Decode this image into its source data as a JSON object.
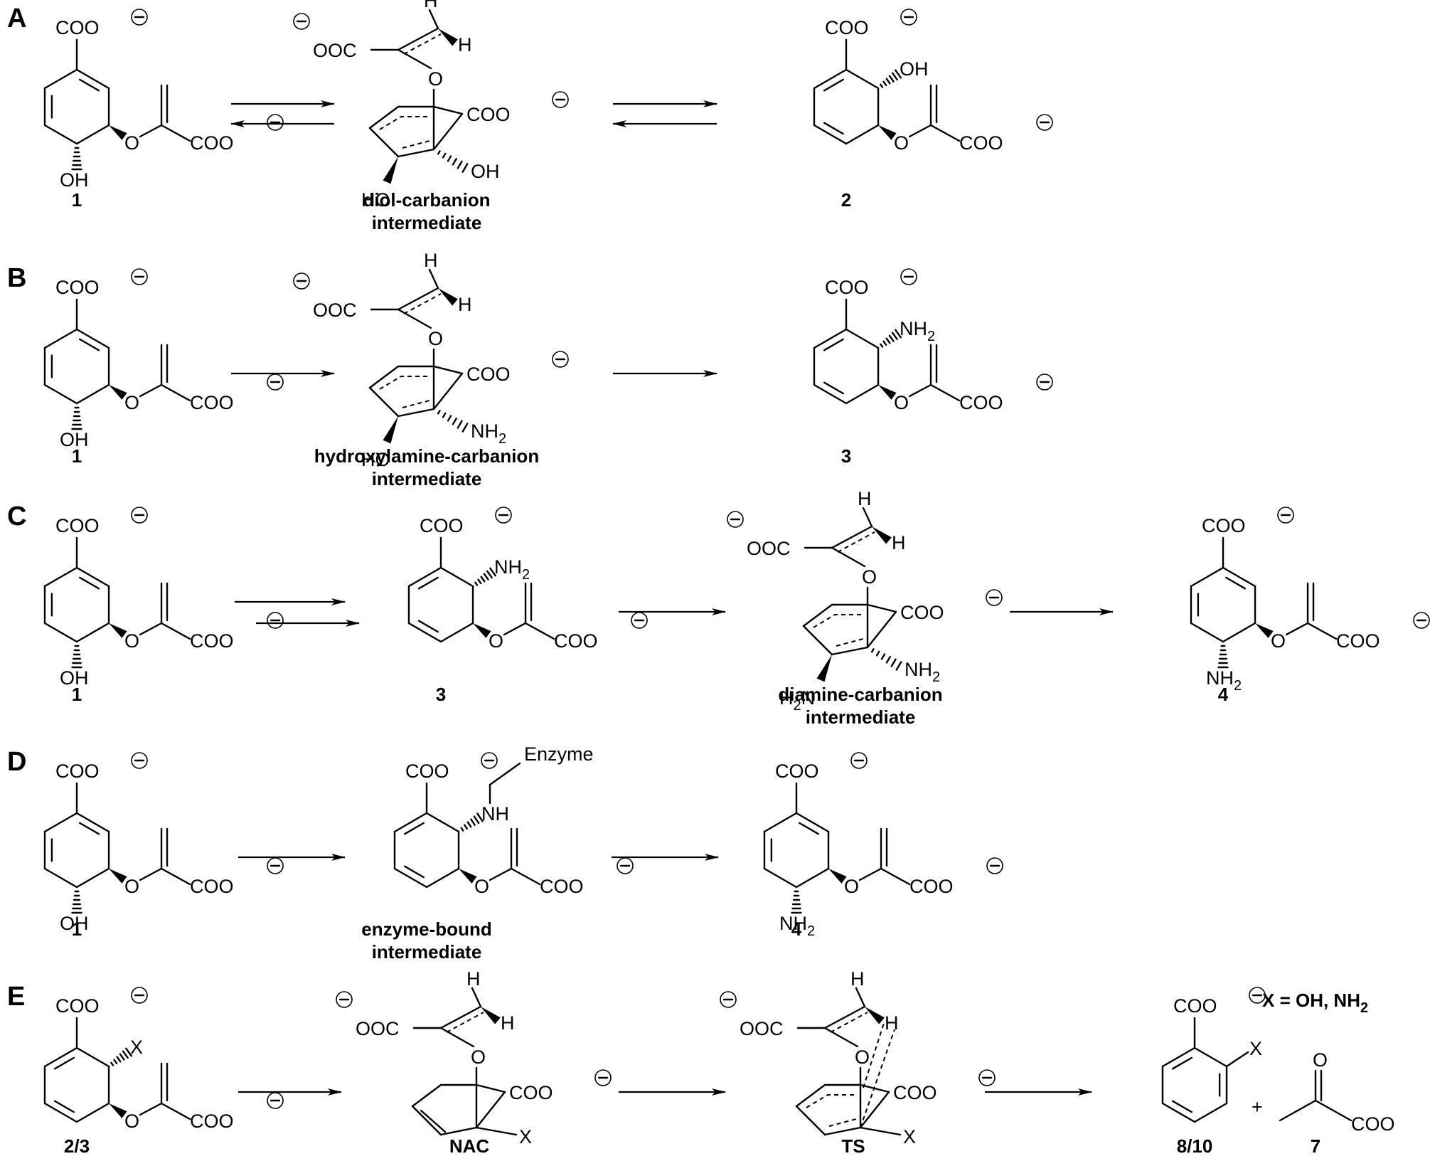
{
  "panels": [
    {
      "letter": "A",
      "arrows": [
        "equilibrium",
        "equilibrium"
      ],
      "compounds": [
        {
          "kind": "chorismate",
          "amine": "",
          "ring_oh": "OH",
          "sub": "",
          "label": "1"
        },
        {
          "kind": "carbanion",
          "x": "OH",
          "oh_bottom": "HO",
          "label": "diol-carbanion",
          "label2": "intermediate"
        },
        {
          "kind": "adc",
          "x": "OH",
          "label": "2"
        }
      ]
    },
    {
      "letter": "B",
      "arrows": [
        "forward",
        "forward"
      ],
      "compounds": [
        {
          "kind": "chorismate",
          "ring_oh": "OH",
          "label": "1"
        },
        {
          "kind": "carbanion",
          "x": "NH",
          "x_sub": "2",
          "oh_bottom": "HO",
          "label": "hydroxylamine-carbanion",
          "label2": "intermediate"
        },
        {
          "kind": "adc",
          "x": "NH",
          "x_sub": "2",
          "label": "3"
        }
      ]
    },
    {
      "letter": "C",
      "arrows": [
        "double",
        "forward",
        "forward"
      ],
      "compounds": [
        {
          "kind": "chorismate",
          "ring_oh": "OH",
          "label": "1"
        },
        {
          "kind": "adc",
          "x": "NH",
          "x_sub": "2",
          "label": "3"
        },
        {
          "kind": "carbanion",
          "x": "NH",
          "x_sub": "2",
          "bottom_pre": "H",
          "bottom_sub": "2",
          "bottom_post": "N",
          "label": "diamine-carbanion",
          "label2": "intermediate"
        },
        {
          "kind": "chorismate",
          "ring_oh": "NH",
          "ring_sub": "2",
          "label": "4"
        }
      ]
    },
    {
      "letter": "D",
      "arrows": [
        "forward",
        "forward"
      ],
      "compounds": [
        {
          "kind": "chorismate",
          "ring_oh": "OH",
          "label": "1"
        },
        {
          "kind": "enzyme",
          "nh": "NH",
          "enzyme": "Enzyme",
          "label": "enzyme-bound",
          "label2": "intermediate"
        },
        {
          "kind": "chorismate",
          "ring_oh": "NH",
          "ring_sub": "2",
          "label": "4"
        }
      ]
    },
    {
      "letter": "E",
      "arrows": [
        "forward",
        "forward",
        "forward"
      ],
      "compounds": [
        {
          "kind": "adc",
          "x": "X",
          "label": "2/3"
        },
        {
          "kind": "nac",
          "x": "X",
          "label": "NAC"
        },
        {
          "kind": "ts",
          "x": "X",
          "label": "TS"
        },
        {
          "kind": "benzoate",
          "x": "X",
          "label": "8/10"
        },
        {
          "kind": "pyruvate",
          "label": "7"
        }
      ],
      "plus": "+",
      "note": "X = OH, NH",
      "note_sub": "2"
    }
  ],
  "atoms": {
    "coo": "COO",
    "ooc": "OOC",
    "o": "O",
    "h": "H",
    "charge": "−"
  }
}
